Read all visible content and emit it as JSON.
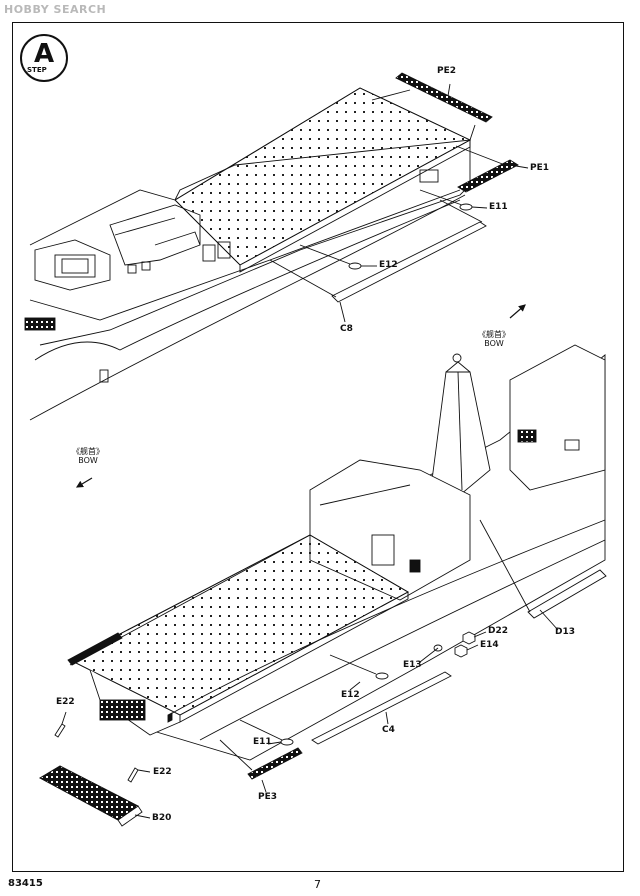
{
  "watermark": "HOBBY SEARCH",
  "step": {
    "letter": "A",
    "word": "STEP"
  },
  "labels": {
    "pe2": "PE2",
    "pe1": "PE1",
    "e11_top": "E11",
    "e12_top": "E12",
    "c8": "C8",
    "d13": "D13",
    "d22": "D22",
    "e14": "E14",
    "e13": "E13",
    "e12_bot": "E12",
    "c4": "C4",
    "e11_bot": "E11",
    "pe3": "PE3",
    "e22_left": "E22",
    "e22_right": "E22",
    "b20": "B20"
  },
  "bow_top": {
    "cn": "《舰首》",
    "en": "BOW"
  },
  "bow_bottom": {
    "cn": "《舰首》",
    "en": "BOW"
  },
  "footer": {
    "code": "83415",
    "page": "7"
  }
}
